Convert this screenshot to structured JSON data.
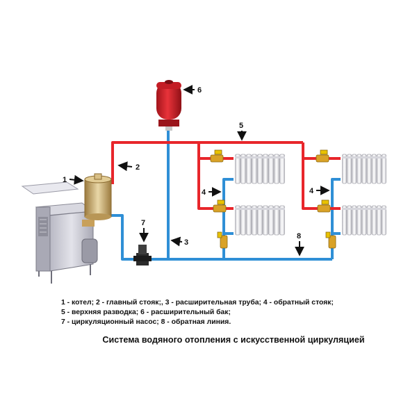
{
  "callouts": {
    "n1": "1",
    "n2": "2",
    "n3": "3",
    "n4a": "4",
    "n4b": "4",
    "n5": "5",
    "n6": "6",
    "n7": "7",
    "n8": "8"
  },
  "legend": [
    "1 - котел; 2 - главный стояк;, 3 - расширительная труба; 4 - обратный стояк;",
    "5 - верхняя разводка; 6 - расширительный бак;",
    "7 - циркуляционный насос; 8 - обратная линия."
  ],
  "caption": "Система водяного отопления с искусственной циркуляцией",
  "colors": {
    "supply_pipe": "#e8262b",
    "return_pipe": "#2f8fd6",
    "tank": "#d7212a",
    "boiler_body": "#c9c9d3",
    "radiator": "#ececec",
    "valve_brass": "#d9a227"
  },
  "icons": [
    "boiler",
    "heat-exchanger",
    "expansion-tank",
    "circulation-pump",
    "radiator",
    "valve",
    "arrow"
  ]
}
